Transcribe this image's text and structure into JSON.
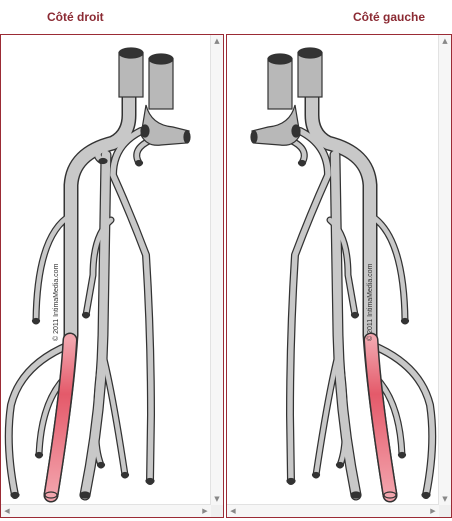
{
  "titles": {
    "left": "Côté droit",
    "right": "Côté gauche"
  },
  "copyright": "© 2011 IntimaMedia.com",
  "colors": {
    "vessel_fill": "#c8c8c8",
    "vessel_stroke": "#333333",
    "highlight": "#e8727f",
    "title": "#8b2a33",
    "border": "#9b2b35"
  },
  "scroll_icons": {
    "up": "▲",
    "down": "▼",
    "left": "◀",
    "right": "▶"
  }
}
